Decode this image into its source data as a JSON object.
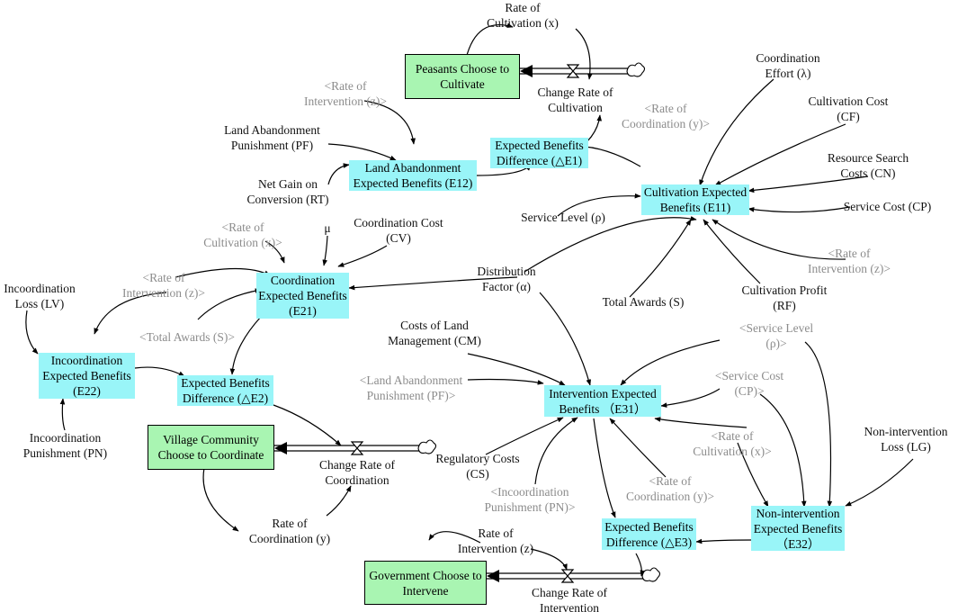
{
  "stocks": {
    "peasants": "Peasants Choose to\nCultivate",
    "village": "Village Community\nChoose to Coordinate",
    "government": "Government Choose to\nIntervene"
  },
  "boxes": {
    "e11": "Cultivation Expected\nBenefits (E11)",
    "e12": "Land Abandonment\nExpected Benefits (E12)",
    "de1": "Expected Benefits\nDifference (△E1)",
    "e21": "Coordination\nExpected Benefits\n(E21)",
    "e22": "Incoordination\nExpected Benefits\n(E22)",
    "de2": "Expected Benefits\nDifference (△E2)",
    "e31": "Intervention Expected\nBenefits （E31）",
    "e32": "Non-intervention\nExpected Benefits\n（E32）",
    "de3": "Expected Benefits\nDifference (△E3)"
  },
  "labels": {
    "rate_cult_x": "Rate of\nCultivation (x)",
    "change_rate_cult": "Change Rate of\nCultivation",
    "coord_effort": "Coordination\nEffort (λ)",
    "cult_cost": "Cultivation Cost\n(CF)",
    "resource_search": "Resource Search\nCosts (CN)",
    "service_cost": "Service Cost (CP)",
    "service_level": "Service Level (ρ)",
    "cult_profit": "Cultivation Profit\n(RF)",
    "land_pun": "Land Abandonment\nPunishment (PF)",
    "net_gain": "Net Gain on\nConversion (RT)",
    "mu": "μ",
    "coord_cost": "Coordination Cost\n(CV)",
    "incoord_loss": "Incoordination\nLoss (LV)",
    "incoord_pun": "Incoordination\nPunishment (PN)",
    "dist_factor": "Distribution\nFactor (α)",
    "total_awards": "Total Awards (S)",
    "costs_land": "Costs of Land\nManagement (CM)",
    "non_int_loss": "Non-intervention\nLoss (LG)",
    "regulatory": "Regulatory Costs\n(CS)",
    "change_rate_coord": "Change Rate of\nCoordination",
    "rate_coord_y": "Rate of\nCoordination (y)",
    "rate_int_z": "Rate of\nIntervention (z)",
    "change_rate_int": "Change Rate of\nIntervention"
  },
  "shadows": {
    "int_z_top": "<Rate of\nIntervention (z)>",
    "coord_y_top": "<Rate of\nCoordination (y)>",
    "int_z_right": "<Rate of\nIntervention (z)>",
    "cult_x_left": "<Rate of\nCultivation (x)>",
    "int_z_left": "<Rate of\nIntervention (z)>",
    "total_awards": "<Total Awards (S)>",
    "land_pun": "<Land Abandonment\nPunishment (PF)>",
    "service_level": "<Service Level\n(ρ)>",
    "service_cost": "<Service Cost\n(CP)>",
    "cult_x_right": "<Rate of\nCultivation (x)>",
    "coord_y_bottom": "<Rate of\nCoordination (y)>",
    "incoord_pun": "<Incoordination\nPunishment (PN)>"
  }
}
